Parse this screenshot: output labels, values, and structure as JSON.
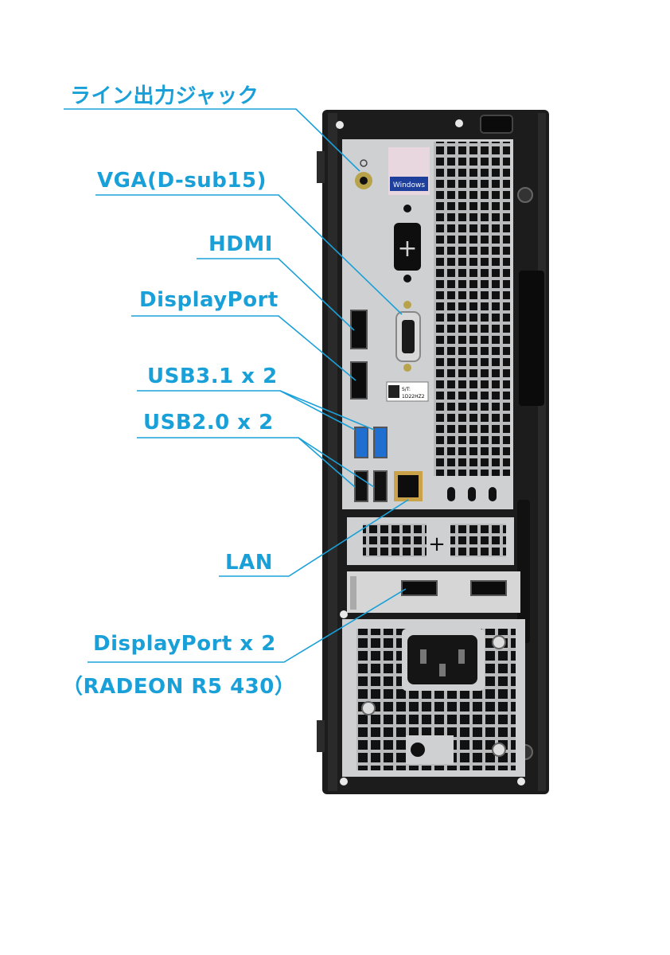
{
  "labels": {
    "line_out": "ライン出力ジャック",
    "vga": "VGA(D-sub15)",
    "hdmi": "HDMI",
    "displayport": "DisplayPort",
    "usb31": "USB3.1 x 2",
    "usb20": "USB2.0 x 2",
    "lan": "LAN",
    "dp_gpu": "DisplayPort x 2",
    "gpu_model": "（RADEON R5 430）"
  },
  "badges": {
    "windows": "Windows",
    "service_tag_prefix": "S/T:",
    "service_tag": "1D22HZ2"
  },
  "colors": {
    "label": "#1aa0d8",
    "chassis": "#1c1c1c",
    "panel": "#cfd0d2",
    "usb3": "#1f6fd1"
  }
}
